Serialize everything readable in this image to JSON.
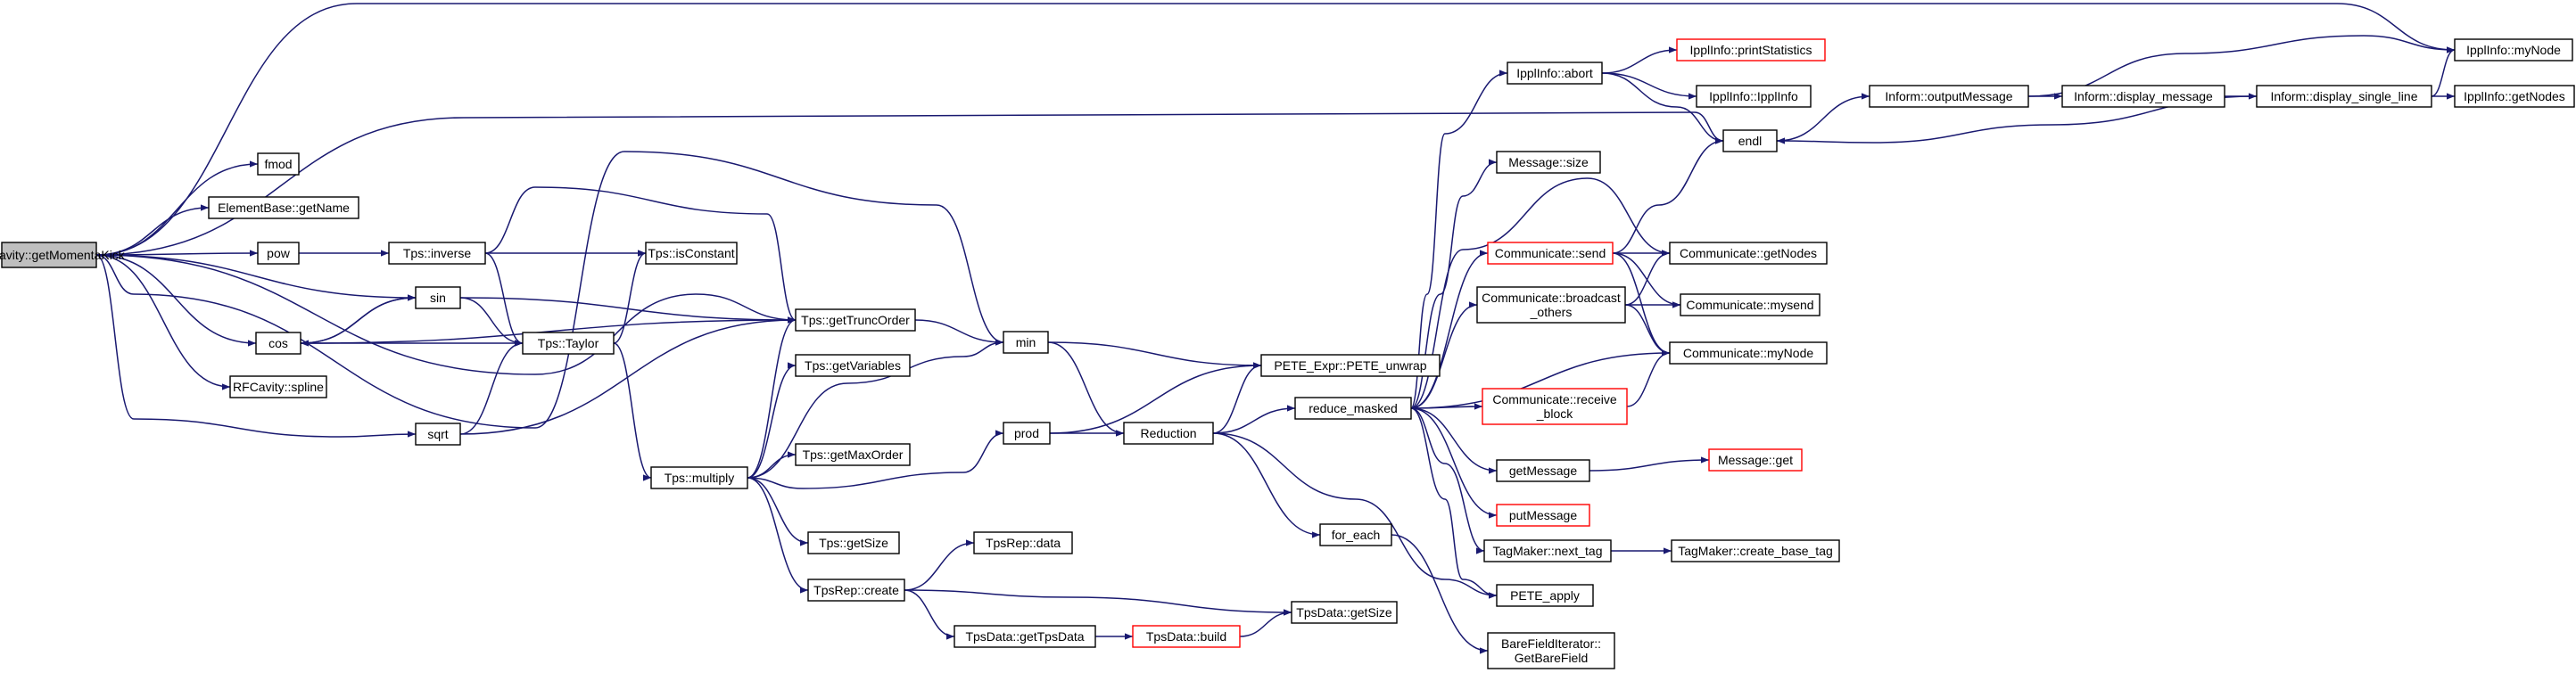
{
  "nodes": [
    {
      "id": "root",
      "lines": [
        "RFCavity::getMomentaKick"
      ],
      "style": "root"
    },
    {
      "id": "fmod",
      "lines": [
        "fmod"
      ]
    },
    {
      "id": "elemname",
      "lines": [
        "ElementBase::getName"
      ]
    },
    {
      "id": "pow",
      "lines": [
        "pow"
      ]
    },
    {
      "id": "cos",
      "lines": [
        "cos"
      ]
    },
    {
      "id": "spline",
      "lines": [
        "RFCavity::spline"
      ]
    },
    {
      "id": "sqrt",
      "lines": [
        "sqrt"
      ]
    },
    {
      "id": "sin",
      "lines": [
        "sin"
      ]
    },
    {
      "id": "inverse",
      "lines": [
        "Tps::inverse"
      ]
    },
    {
      "id": "isconst",
      "lines": [
        "Tps::isConstant"
      ]
    },
    {
      "id": "taylor",
      "lines": [
        "Tps::Taylor"
      ]
    },
    {
      "id": "trunc",
      "lines": [
        "Tps::getTruncOrder"
      ]
    },
    {
      "id": "getvars",
      "lines": [
        "Tps::getVariables"
      ]
    },
    {
      "id": "getmax",
      "lines": [
        "Tps::getMaxOrder"
      ]
    },
    {
      "id": "multiply",
      "lines": [
        "Tps::multiply"
      ]
    },
    {
      "id": "getsize",
      "lines": [
        "Tps::getSize"
      ]
    },
    {
      "id": "repdata",
      "lines": [
        "TpsRep::data"
      ]
    },
    {
      "id": "repcreate",
      "lines": [
        "TpsRep::create"
      ]
    },
    {
      "id": "gettpsdata",
      "lines": [
        "TpsData::getTpsData"
      ]
    },
    {
      "id": "build",
      "lines": [
        "TpsData::build"
      ],
      "style": "red"
    },
    {
      "id": "datasize",
      "lines": [
        "TpsData::getSize"
      ]
    },
    {
      "id": "min",
      "lines": [
        "min"
      ]
    },
    {
      "id": "prod",
      "lines": [
        "prod"
      ]
    },
    {
      "id": "reduction",
      "lines": [
        "Reduction"
      ]
    },
    {
      "id": "unwrap",
      "lines": [
        "PETE_Expr::PETE_unwrap"
      ]
    },
    {
      "id": "foreach",
      "lines": [
        "for_each"
      ]
    },
    {
      "id": "bare",
      "lines": [
        "BareFieldIterator::",
        "GetBareField"
      ]
    },
    {
      "id": "reduce",
      "lines": [
        "reduce_masked"
      ]
    },
    {
      "id": "abort",
      "lines": [
        "IpplInfo::abort"
      ]
    },
    {
      "id": "printstats",
      "lines": [
        "IpplInfo::printStatistics"
      ],
      "style": "red"
    },
    {
      "id": "ipplinfo",
      "lines": [
        "IpplInfo::IpplInfo"
      ]
    },
    {
      "id": "msgsize",
      "lines": [
        "Message::size"
      ]
    },
    {
      "id": "send",
      "lines": [
        "Communicate::send"
      ],
      "style": "red"
    },
    {
      "id": "bcast",
      "lines": [
        "Communicate::broadcast",
        "_others"
      ]
    },
    {
      "id": "recv",
      "lines": [
        "Communicate::receive",
        "_block"
      ],
      "style": "red"
    },
    {
      "id": "getmessage",
      "lines": [
        "getMessage"
      ]
    },
    {
      "id": "putmessage",
      "lines": [
        "putMessage"
      ],
      "style": "red"
    },
    {
      "id": "nexttag",
      "lines": [
        "TagMaker::next_tag"
      ]
    },
    {
      "id": "peteapply",
      "lines": [
        "PETE_apply"
      ]
    },
    {
      "id": "commnodes",
      "lines": [
        "Communicate::getNodes"
      ]
    },
    {
      "id": "mysend",
      "lines": [
        "Communicate::mysend"
      ]
    },
    {
      "id": "commmynode",
      "lines": [
        "Communicate::myNode"
      ]
    },
    {
      "id": "msgget",
      "lines": [
        "Message::get"
      ],
      "style": "red"
    },
    {
      "id": "basetag",
      "lines": [
        "TagMaker::create_base_tag"
      ]
    },
    {
      "id": "endl",
      "lines": [
        "endl"
      ]
    },
    {
      "id": "outmsg",
      "lines": [
        "Inform::outputMessage"
      ]
    },
    {
      "id": "dispmsg",
      "lines": [
        "Inform::display_message"
      ]
    },
    {
      "id": "dispsingle",
      "lines": [
        "Inform::display_single_line"
      ]
    },
    {
      "id": "ipplmynode",
      "lines": [
        "IpplInfo::myNode"
      ]
    },
    {
      "id": "ipplgetnodes",
      "lines": [
        "IpplInfo::getNodes"
      ]
    }
  ],
  "edges": [
    [
      "root",
      "ipplmynode"
    ],
    [
      "root",
      "endl"
    ],
    [
      "root",
      "fmod"
    ],
    [
      "root",
      "elemname"
    ],
    [
      "root",
      "pow"
    ],
    [
      "root",
      "sin"
    ],
    [
      "root",
      "cos"
    ],
    [
      "root",
      "spline"
    ],
    [
      "root",
      "sqrt"
    ],
    [
      "root",
      "trunc"
    ],
    [
      "root",
      "min"
    ],
    [
      "pow",
      "inverse"
    ],
    [
      "inverse",
      "isconst"
    ],
    [
      "inverse",
      "taylor"
    ],
    [
      "inverse",
      "trunc"
    ],
    [
      "sin",
      "cos"
    ],
    [
      "sin",
      "taylor"
    ],
    [
      "sin",
      "trunc"
    ],
    [
      "cos",
      "sin"
    ],
    [
      "cos",
      "taylor"
    ],
    [
      "cos",
      "trunc"
    ],
    [
      "sqrt",
      "taylor"
    ],
    [
      "sqrt",
      "trunc"
    ],
    [
      "taylor",
      "isconst"
    ],
    [
      "taylor",
      "multiply"
    ],
    [
      "multiply",
      "trunc"
    ],
    [
      "multiply",
      "getvars"
    ],
    [
      "multiply",
      "getmax"
    ],
    [
      "multiply",
      "getsize"
    ],
    [
      "multiply",
      "repcreate"
    ],
    [
      "multiply",
      "min"
    ],
    [
      "multiply",
      "prod"
    ],
    [
      "repcreate",
      "repdata"
    ],
    [
      "repcreate",
      "gettpsdata"
    ],
    [
      "repcreate",
      "datasize"
    ],
    [
      "gettpsdata",
      "build"
    ],
    [
      "build",
      "datasize"
    ],
    [
      "trunc",
      "min"
    ],
    [
      "min",
      "unwrap"
    ],
    [
      "min",
      "reduction"
    ],
    [
      "prod",
      "reduction"
    ],
    [
      "prod",
      "unwrap"
    ],
    [
      "reduction",
      "unwrap"
    ],
    [
      "reduction",
      "reduce"
    ],
    [
      "reduction",
      "foreach"
    ],
    [
      "reduction",
      "peteapply"
    ],
    [
      "foreach",
      "bare"
    ],
    [
      "reduce",
      "abort"
    ],
    [
      "reduce",
      "msgsize"
    ],
    [
      "reduce",
      "send"
    ],
    [
      "reduce",
      "bcast"
    ],
    [
      "reduce",
      "recv"
    ],
    [
      "reduce",
      "getmessage"
    ],
    [
      "reduce",
      "putmessage"
    ],
    [
      "reduce",
      "nexttag"
    ],
    [
      "reduce",
      "peteapply"
    ],
    [
      "reduce",
      "commnodes"
    ],
    [
      "reduce",
      "commmynode"
    ],
    [
      "abort",
      "printstats"
    ],
    [
      "abort",
      "ipplinfo"
    ],
    [
      "abort",
      "endl"
    ],
    [
      "send",
      "commnodes"
    ],
    [
      "send",
      "mysend"
    ],
    [
      "send",
      "commmynode"
    ],
    [
      "send",
      "endl"
    ],
    [
      "bcast",
      "commnodes"
    ],
    [
      "bcast",
      "mysend"
    ],
    [
      "bcast",
      "commmynode"
    ],
    [
      "recv",
      "commmynode"
    ],
    [
      "getmessage",
      "msgget"
    ],
    [
      "nexttag",
      "basetag"
    ],
    [
      "endl",
      "outmsg"
    ],
    [
      "outmsg",
      "dispmsg"
    ],
    [
      "outmsg",
      "ipplmynode"
    ],
    [
      "dispmsg",
      "dispsingle"
    ],
    [
      "dispsingle",
      "endl"
    ],
    [
      "dispsingle",
      "ipplmynode"
    ],
    [
      "dispsingle",
      "ipplgetnodes"
    ]
  ],
  "colors": {
    "edge": "#191970",
    "node_border": "#000000",
    "highlight_border": "#ff0000",
    "root_fill": "#bfbfbf"
  }
}
